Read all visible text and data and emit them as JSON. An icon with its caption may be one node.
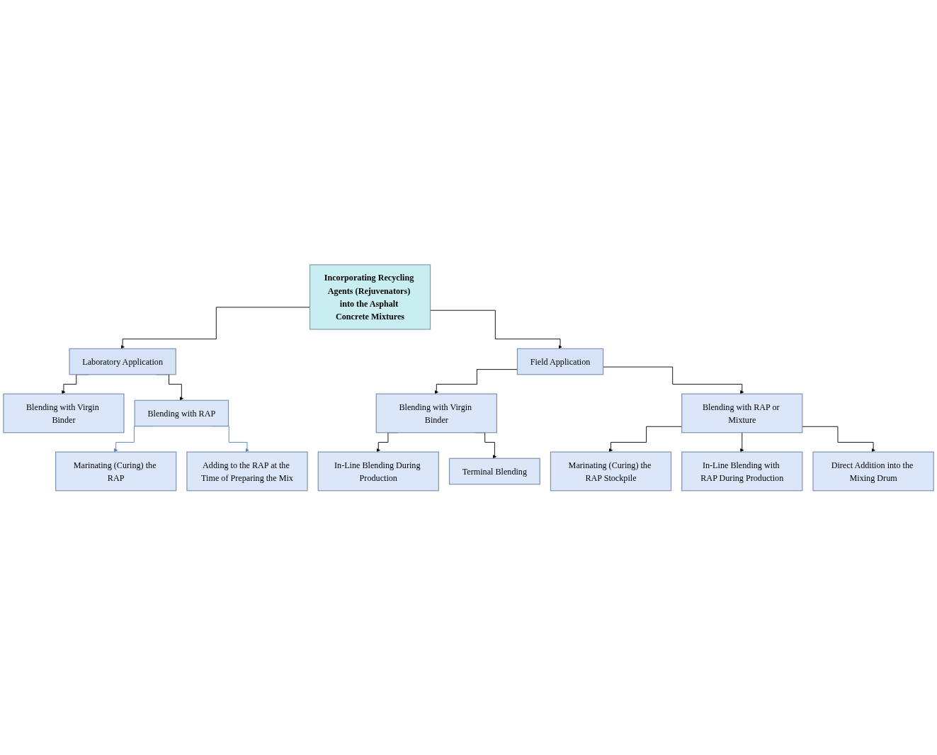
{
  "diagram": {
    "nodes": [
      {
        "text": [
          "Incorporating Recycling Agents (Rejuvenators) into the Asphalt Concrete Mixtures"
        ]
      },
      {
        "text": [
          "Laboratory Application"
        ]
      },
      {
        "text": [
          "Field Application"
        ]
      },
      {
        "text": [
          "Blending with Virgin Binder"
        ]
      },
      {
        "text": [
          "Blending with RAP"
        ]
      },
      {
        "text": [
          "Marinating (Curing) the RAP"
        ]
      },
      {
        "text": [
          "Adding to the RAP at the Time of Preparing the Mix"
        ]
      },
      {
        "text": [
          "Blending with Virgin Binder"
        ]
      },
      {
        "text": [
          "In-Line Blending During Production"
        ]
      },
      {
        "text": [
          "Terminal Blending"
        ]
      },
      {
        "text": [
          "Blending with RAP or Mixture"
        ]
      },
      {
        "text": [
          "Marinating (Curing) the RAP Stockpile"
        ]
      },
      {
        "text": [
          "In-Line Blending with RAP During Production"
        ]
      },
      {
        "text": [
          "Direct Addition into the Mixing Drum"
        ]
      }
    ],
    "edges": [
      {
        "from": 0,
        "to": 1,
        "arrow": "to"
      },
      {
        "from": 0,
        "to": 2,
        "arrow": "to"
      },
      {
        "from": 1,
        "to": 3,
        "arrow": "to"
      },
      {
        "from": 1,
        "to": 4,
        "arrow": "to"
      },
      {
        "from": 4,
        "to": 5,
        "arrow": "to",
        "color": "#4f81bd"
      },
      {
        "from": 4,
        "to": 6,
        "arrow": "to",
        "color": "#4f81bd"
      },
      {
        "from": 2,
        "to": 7,
        "arrow": "to"
      },
      {
        "from": 7,
        "to": 8,
        "arrow": "to"
      },
      {
        "from": 7,
        "to": 9,
        "arrow": "to"
      },
      {
        "from": 2,
        "to": 10,
        "arrow": "to"
      },
      {
        "from": 10,
        "to": 11,
        "arrow": "to"
      },
      {
        "from": 10,
        "to": 12,
        "arrow": "to"
      },
      {
        "from": 10,
        "to": 13,
        "arrow": "to"
      }
    ]
  }
}
